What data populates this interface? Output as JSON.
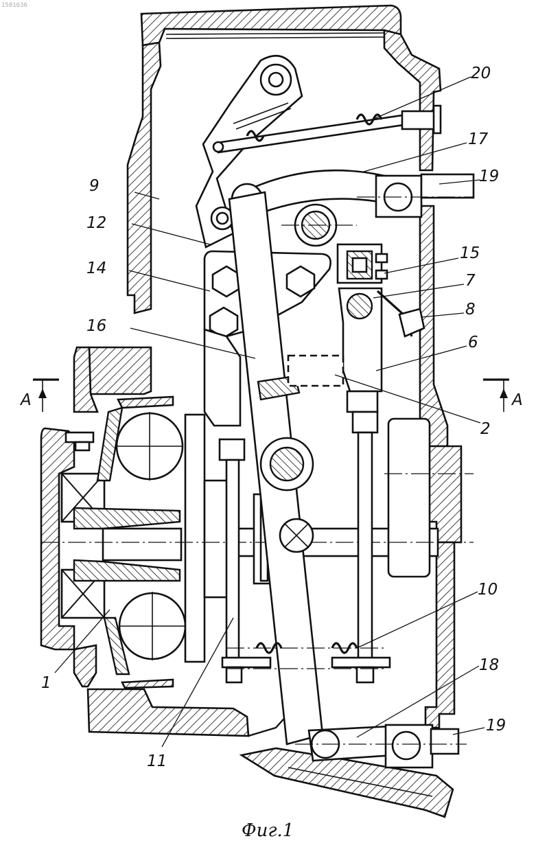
{
  "drawing": {
    "doc_number": "1501636",
    "caption": "Фиг.1",
    "section_marks": {
      "left": "А",
      "right": "А"
    },
    "callouts": [
      {
        "id": "1",
        "text": "1"
      },
      {
        "id": "2",
        "text": "2"
      },
      {
        "id": "6",
        "text": "6"
      },
      {
        "id": "7",
        "text": "7"
      },
      {
        "id": "8",
        "text": "8"
      },
      {
        "id": "9",
        "text": "9"
      },
      {
        "id": "10",
        "text": "10"
      },
      {
        "id": "11",
        "text": "11"
      },
      {
        "id": "12",
        "text": "12"
      },
      {
        "id": "14",
        "text": "14"
      },
      {
        "id": "15",
        "text": "15"
      },
      {
        "id": "16",
        "text": "16"
      },
      {
        "id": "17",
        "text": "17"
      },
      {
        "id": "18",
        "text": "18"
      },
      {
        "id": "19a",
        "text": "19"
      },
      {
        "id": "19b",
        "text": "19"
      },
      {
        "id": "20",
        "text": "20"
      }
    ]
  }
}
